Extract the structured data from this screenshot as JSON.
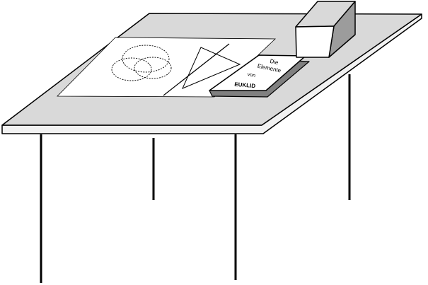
{
  "colors": {
    "tabletop": "#d9d9d9",
    "table_edge": "#f2f2f2",
    "paper": "#ffffff",
    "outline": "#000000",
    "book_cover": "#ffffff",
    "book_pages": "#808080",
    "box_front": "#ffffff",
    "box_top": "#d9d9d9",
    "box_side": "#9c9c9c"
  },
  "book": {
    "line1": "Die",
    "line2": "Elemente",
    "line3": "von",
    "line4": "EUKLID"
  }
}
